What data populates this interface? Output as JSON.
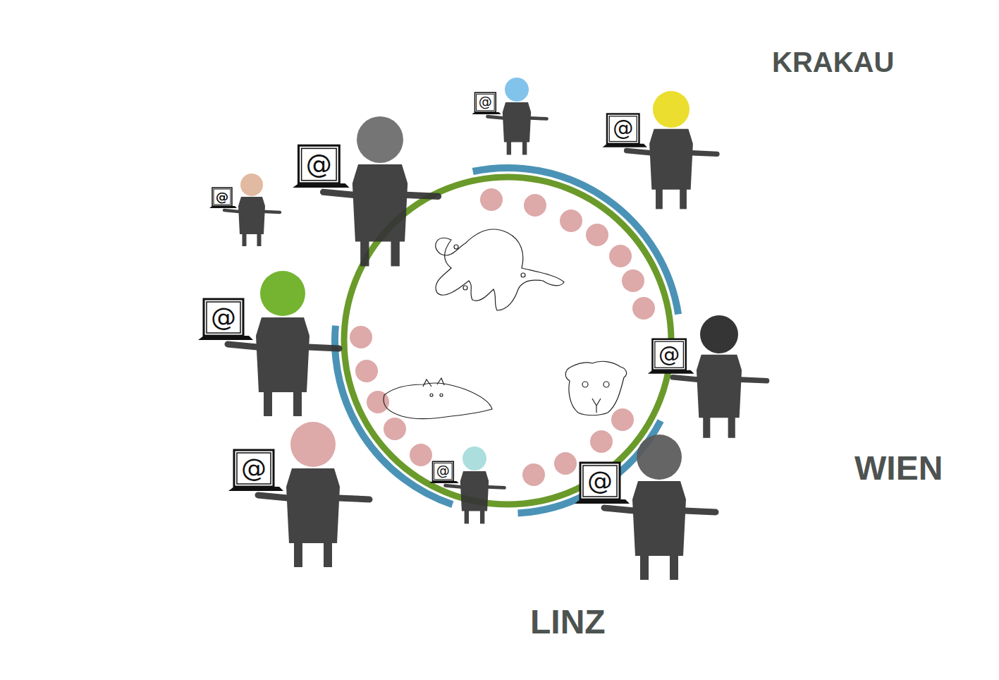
{
  "diagram": {
    "labels": [
      "KRAKAU",
      "WIEN",
      "LINZ",
      "@",
      "@",
      "@",
      "@",
      "@",
      "@",
      "@",
      "@",
      "@",
      "@"
    ]
  }
}
